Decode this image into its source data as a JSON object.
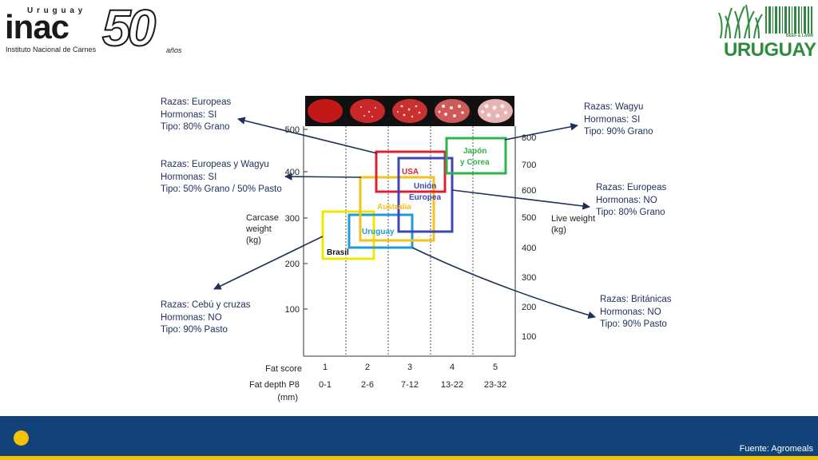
{
  "header": {
    "inac": {
      "country": "U r u g u a y",
      "brand": "inac",
      "subtitle": "Instituto Nacional de Carnes",
      "anniversary_number": "50",
      "anniversary_word": "años"
    },
    "uruguay_logo": {
      "tagline": "BEEF & LAMB",
      "brand": "URUGUAY"
    }
  },
  "chart": {
    "y_left": {
      "label_lines": [
        "Carcase",
        "weight",
        "(kg)"
      ],
      "ticks": [
        "100",
        "200",
        "300",
        "400",
        "500"
      ]
    },
    "y_right": {
      "label_lines": [
        "Live weight",
        "(kg)"
      ],
      "ticks": [
        "100",
        "200",
        "300",
        "400",
        "500",
        "600",
        "700",
        "800"
      ]
    },
    "fat_score": {
      "label": "Fat score",
      "values": [
        "1",
        "2",
        "3",
        "4",
        "5"
      ]
    },
    "fat_depth": {
      "label_lines": [
        "Fat depth P8",
        "(mm)"
      ],
      "values": [
        "0-1",
        "2-6",
        "7-12",
        "13-22",
        "23-32"
      ]
    },
    "boxes": [
      {
        "label": "Brasil",
        "color": "#f2e600"
      },
      {
        "label": "Uruguay",
        "color": "#1f9bd7"
      },
      {
        "label": "Australia",
        "color": "#f5c21b"
      },
      {
        "label": "USA",
        "color": "#e02030"
      },
      {
        "label_lines": [
          "Unión",
          "Europea"
        ],
        "color": "#3e46b0"
      },
      {
        "label_lines": [
          "Japón",
          "y Corea"
        ],
        "color": "#2eb34a"
      }
    ]
  },
  "notes": [
    {
      "lines": [
        "Razas: Europeas",
        "Hormonas: SI",
        "Tipo:  80% Grano"
      ]
    },
    {
      "lines": [
        "Razas: Europeas y Wagyu",
        "Hormonas: SI",
        "Tipo: 50% Grano / 50% Pasto"
      ]
    },
    {
      "lines": [
        "Razas: Cebú y cruzas",
        "Hormonas: NO",
        "Tipo: 90% Pasto"
      ]
    },
    {
      "lines": [
        "Razas: Wagyu",
        "Hormonas: SI",
        "Tipo: 90% Grano"
      ]
    },
    {
      "lines": [
        "Razas: Europeas",
        "Hormonas: NO",
        "Tipo: 80% Grano"
      ]
    },
    {
      "lines": [
        "Razas: Británicas",
        "Hormonas: NO",
        "Tipo: 90% Pasto"
      ]
    }
  ],
  "footer": {
    "source": "Fuente: Agromeals"
  },
  "colors": {
    "footer": "#13427a",
    "accent": "#f3c300",
    "note_text": "#1f2f5a",
    "arrow": "#1f2f5a"
  }
}
